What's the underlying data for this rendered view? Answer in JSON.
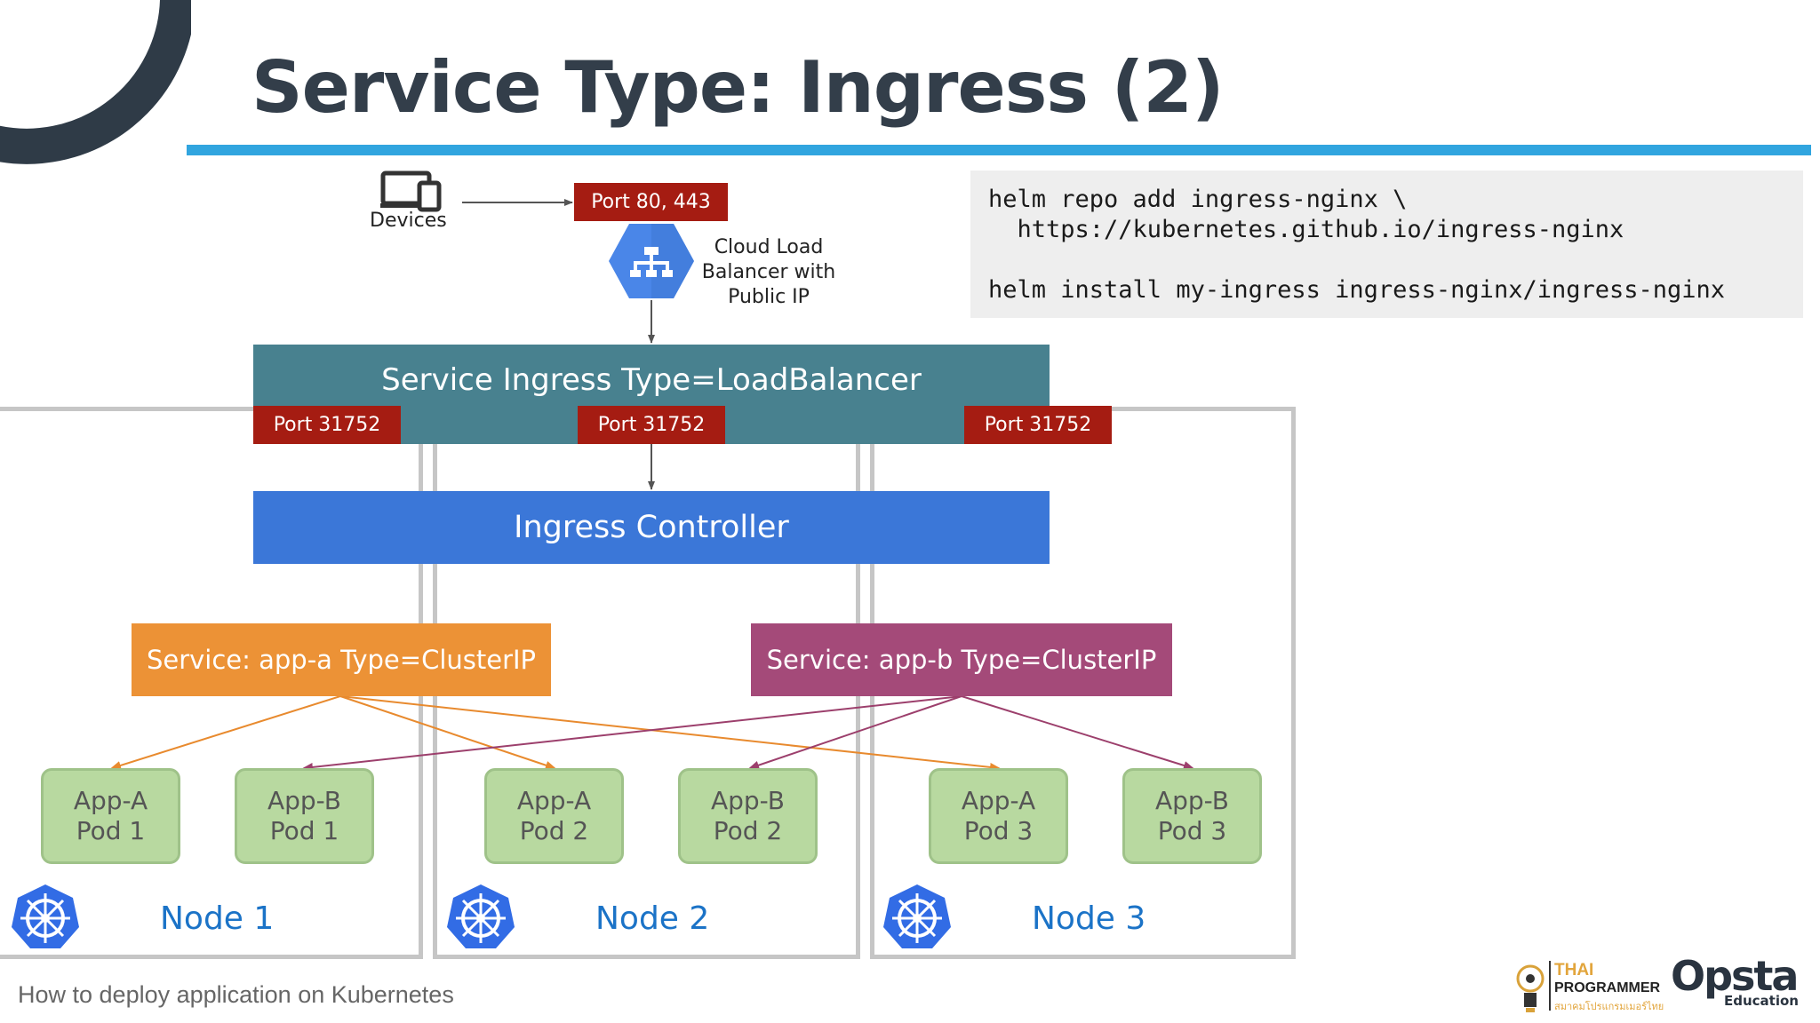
{
  "slide": {
    "title": "Service Type: Ingress (2)",
    "footer": "How to deploy application on Kubernetes"
  },
  "top": {
    "devices_label": "Devices",
    "port_main": "Port 80, 443",
    "lb_label_lines": [
      "Cloud Load",
      "Balancer with",
      "Public IP"
    ]
  },
  "code": {
    "lines": [
      "helm repo add ingress-nginx \\",
      "  https://kubernetes.github.io/ingress-nginx",
      "",
      "helm install my-ingress ingress-nginx/ingress-nginx"
    ]
  },
  "diagram": {
    "service_ingress": "Service Ingress Type=LoadBalancer",
    "ingress_controller": "Ingress Controller",
    "ports": [
      "Port 31752",
      "Port 31752",
      "Port 31752"
    ],
    "service_a": "Service: app-a Type=ClusterIP",
    "service_b": "Service: app-b Type=ClusterIP",
    "pods": [
      {
        "line1": "App-A",
        "line2": "Pod 1"
      },
      {
        "line1": "App-B",
        "line2": "Pod 1"
      },
      {
        "line1": "App-A",
        "line2": "Pod 2"
      },
      {
        "line1": "App-B",
        "line2": "Pod 2"
      },
      {
        "line1": "App-A",
        "line2": "Pod 3"
      },
      {
        "line1": "App-B",
        "line2": "Pod 3"
      }
    ],
    "nodes": [
      "Node 1",
      "Node 2",
      "Node 3"
    ]
  },
  "brands": {
    "thai_line1": "THAI",
    "thai_line2": "PROGRAMMER",
    "thai_line3": "สมาคมโปรแกรมเมอร์ไทย",
    "opsta_name": "Opsta",
    "opsta_sub": "Education"
  },
  "colors": {
    "accent_rule": "#31a5df",
    "service_ingress": "#48818f",
    "ingress_controller": "#3b77d8",
    "service_a": "#ec9236",
    "service_b": "#a44a79",
    "port": "#a51c12",
    "pod": "#b8d9a0",
    "node_label": "#1b73c7"
  },
  "icons": {
    "devices": "devices-icon",
    "load_balancer": "load-balancer-icon",
    "kubernetes": "kubernetes-icon"
  }
}
